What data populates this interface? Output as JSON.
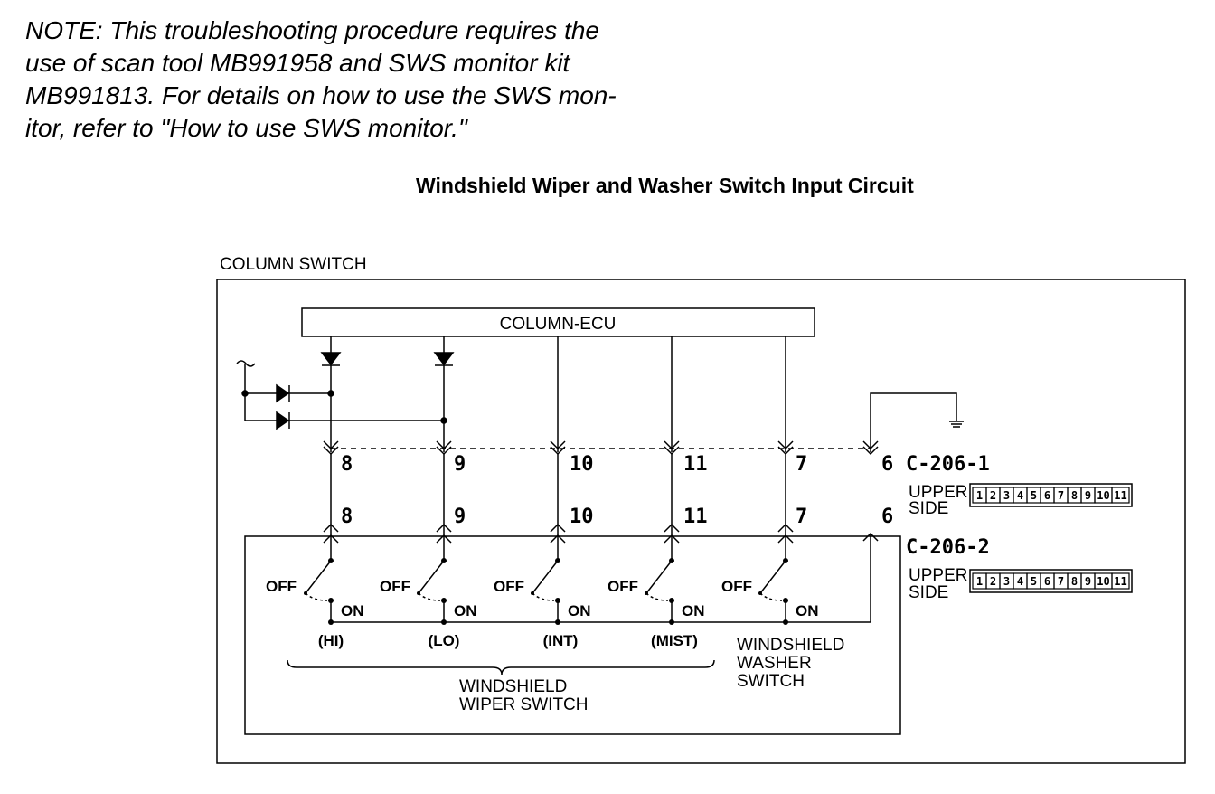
{
  "note": {
    "lines": [
      "NOTE: This troubleshooting procedure requires the",
      "use of scan tool MB991958 and SWS monitor kit",
      "MB991813. For details on how to use the SWS mon-",
      "itor, refer to \"How to use SWS monitor.\""
    ]
  },
  "diagram": {
    "title": "Windshield Wiper and Washer Switch Input Circuit",
    "column_switch_label": "COLUMN SWITCH",
    "ecu_label": "COLUMN-ECU",
    "connector_1": {
      "name": "C-206-1",
      "side_label_1": "UPPER",
      "side_label_2": "SIDE"
    },
    "connector_2": {
      "name": "C-206-2",
      "side_label_1": "UPPER",
      "side_label_2": "SIDE"
    },
    "connector_cells": [
      "1",
      "2",
      "3",
      "4",
      "5",
      "6",
      "7",
      "8",
      "9",
      "10",
      "11"
    ],
    "pins": [
      "8",
      "9",
      "10",
      "11",
      "7",
      "6"
    ],
    "off_label": "OFF",
    "on_label": "ON",
    "switch_positions": [
      "(HI)",
      "(LO)",
      "(INT)",
      "(MIST)"
    ],
    "wiper_switch_label": [
      "WINDSHIELD",
      "WIPER SWITCH"
    ],
    "washer_switch_label": [
      "WINDSHIELD",
      "WASHER",
      "SWITCH"
    ]
  }
}
